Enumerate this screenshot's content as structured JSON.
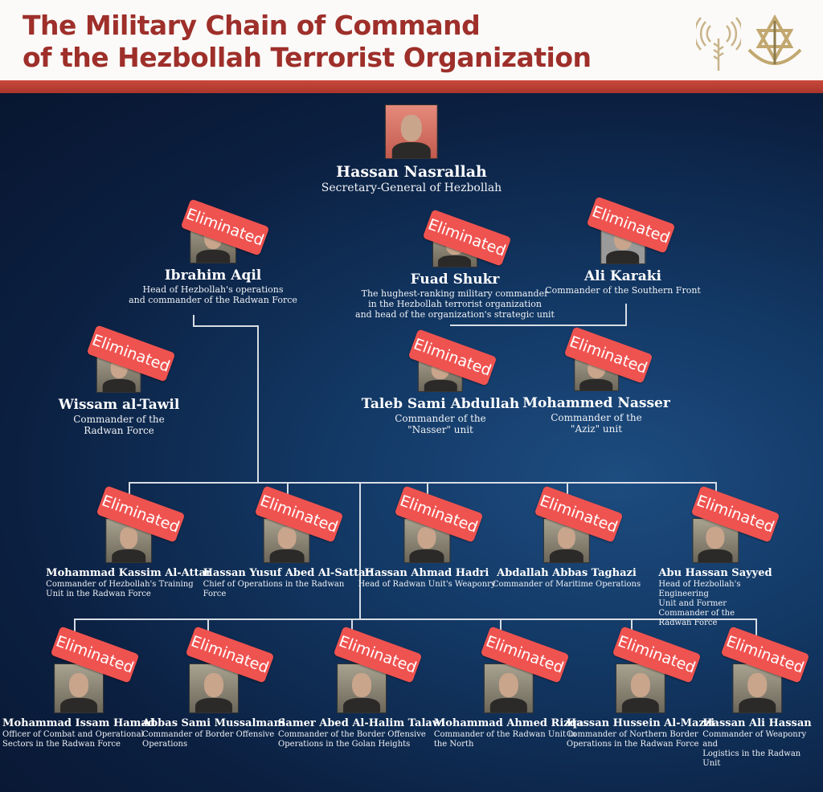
{
  "header": {
    "title_line1": "The Military Chain of Command",
    "title_line2": "of the Hezbollah Terrorist Organization",
    "logos": [
      "radio-antenna-olive-branch-icon",
      "idf-emblem-icon"
    ]
  },
  "colors": {
    "title": "#9e2f2a",
    "bar": "#c9483b",
    "badge": "#ef5350",
    "background": "#0c1a34"
  },
  "badge_label": "Eliminated",
  "people": [
    {
      "name": "Hassan Nasrallah",
      "role": "Secretary-General of Hezbollah",
      "eliminated": false
    },
    {
      "name": "Ibrahim Aqil",
      "role": "Head of Hezbollah's operations\nand commander of the Radwan Force",
      "eliminated": true
    },
    {
      "name": "Fuad Shukr",
      "role": "The hughest-ranking military commander\nin the Hezbollah terrorist organization\nand head of the organization's strategic unit",
      "eliminated": true
    },
    {
      "name": "Ali Karaki",
      "role": "Commander of the Southern Front",
      "eliminated": true
    },
    {
      "name": "Wissam al-Tawil",
      "role": "Commander of the\nRadwan Force",
      "eliminated": true
    },
    {
      "name": "Taleb Sami Abdullah",
      "role": "Commander of the\n\"Nasser\" unit",
      "eliminated": true
    },
    {
      "name": "Mohammed Nasser",
      "role": "Commander of the\n\"Aziz\" unit",
      "eliminated": true
    },
    {
      "name": "Mohammad Kassim Al-Attar",
      "role": "Commander of Hezbollah's Training\nUnit in the Radwan Force",
      "eliminated": true
    },
    {
      "name": "Hassan Yusuf Abed Al-Sattar",
      "role": "Chief of Operations in the Radwan\nForce",
      "eliminated": true
    },
    {
      "name": "Hassan Ahmad Hadri",
      "role": "Head of Radwan Unit's Weaponry",
      "eliminated": true
    },
    {
      "name": "Abdallah Abbas Taghazi",
      "role": "Commander of Maritime Operations",
      "eliminated": true
    },
    {
      "name": "Abu Hassan Sayyed",
      "role": "Head of Hezbollah's Engineering\nUnit and Former Commander of the\nRadwan Force",
      "eliminated": true
    },
    {
      "name": "Mohammad Issam Hamad",
      "role": "Officer of Combat and Operational\nSectors in the Radwan Force",
      "eliminated": true
    },
    {
      "name": "Abbas Sami Mussalmani",
      "role": "Commander of Border Offensive\nOperations",
      "eliminated": true
    },
    {
      "name": "Samer Abed Al-Halim Talawi",
      "role": "Commander of the Border Offensive\nOperations in the Golan Heights",
      "eliminated": true
    },
    {
      "name": "Mohammad Ahmed Rizqa",
      "role": "Commander of the Radwan Unit in\nthe North",
      "eliminated": true
    },
    {
      "name": "Hassan Hussein Al-Mazzi",
      "role": "Commander of Northern Border\nOperations in the Radwan Force",
      "eliminated": true
    },
    {
      "name": "Hassan Ali Hassan",
      "role": "Commander of Weaponry and\nLogistics in the Radwan Unit",
      "eliminated": true
    }
  ]
}
